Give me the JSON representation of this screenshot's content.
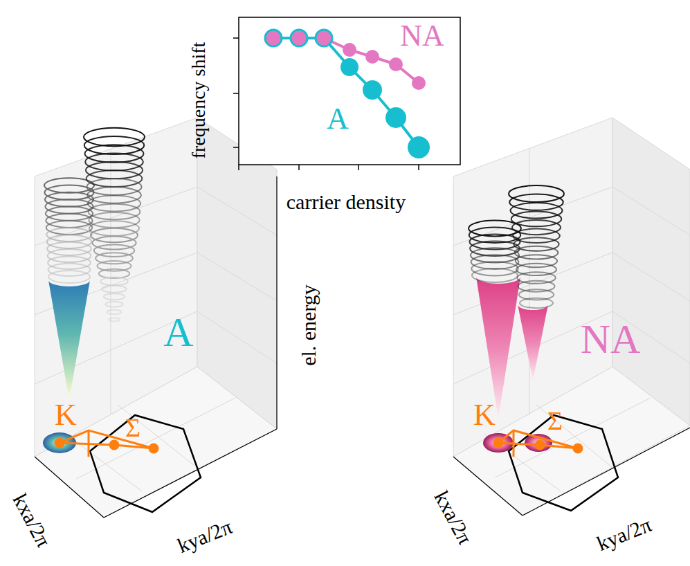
{
  "diagram": {
    "labels": [
      "frequency shift",
      "carrier density",
      "NA",
      "A",
      "el. energy",
      "A",
      "K",
      "Σ",
      "kxa/2π",
      "kya/2π",
      "NA",
      "K",
      "Σ",
      "kxa/2π",
      "kya/2π"
    ]
  }
}
